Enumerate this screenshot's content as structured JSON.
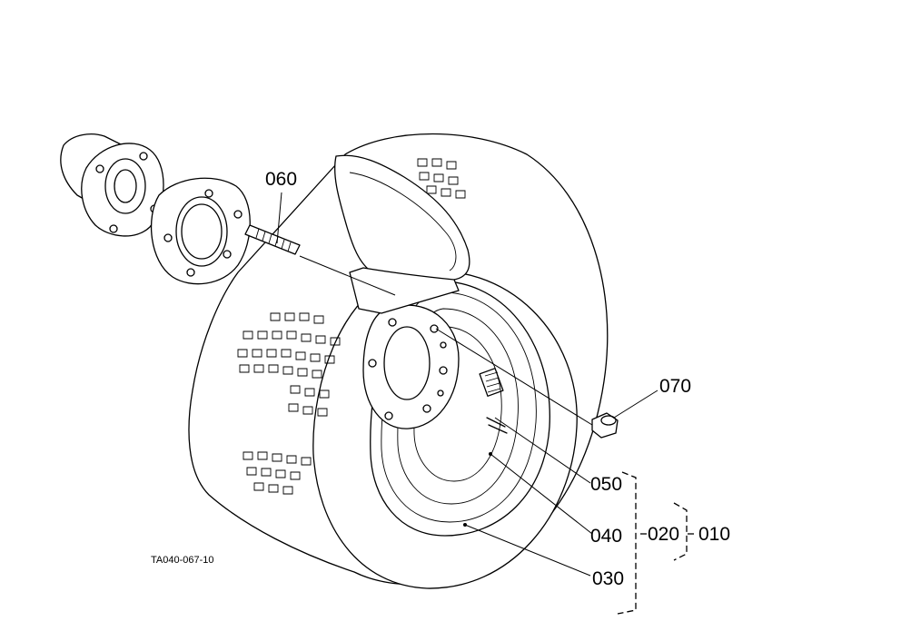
{
  "labels": {
    "p060": "060",
    "p070": "070",
    "p050": "050",
    "p040": "040",
    "p020": "020",
    "p010": "010",
    "p030": "030"
  },
  "figure_code": "TA040-067-10"
}
